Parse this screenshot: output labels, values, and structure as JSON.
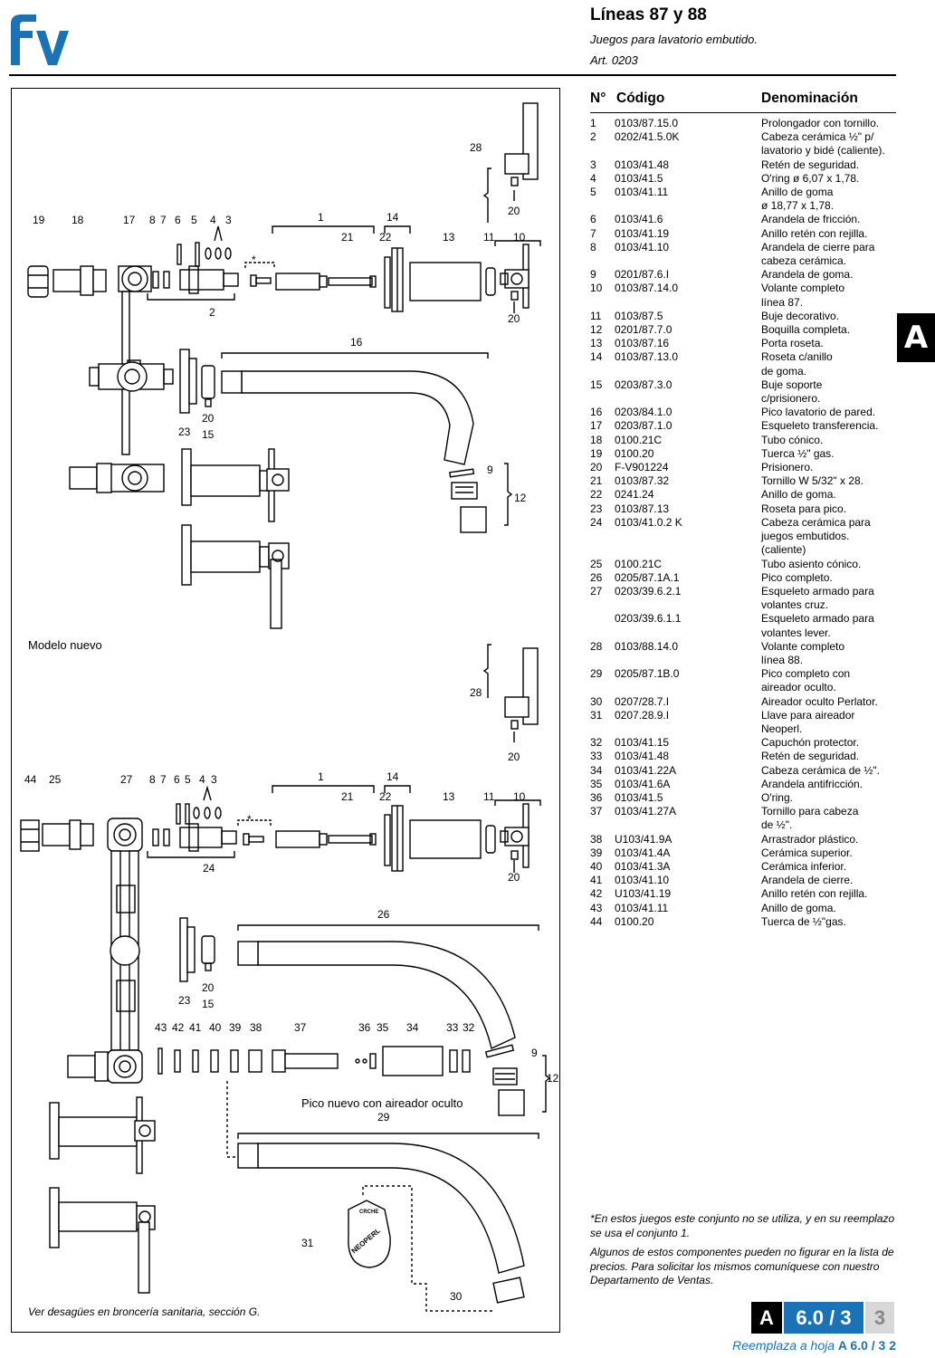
{
  "header": {
    "title": "Líneas 87 y 88",
    "subtitle": "Juegos para lavatorio embutido.",
    "article": "Art. 0203"
  },
  "logo": {
    "text": "fv",
    "color": "#1b73b6"
  },
  "table": {
    "col_n": "N°",
    "col_code": "Código",
    "col_desc": "Denominación",
    "rows": [
      {
        "n": "1",
        "code": "0103/87.15.0",
        "desc": "Prolongador con tornillo."
      },
      {
        "n": "2",
        "code": "0202/41.5.0K",
        "desc": "Cabeza cerámica ½\" p/\nlavatorio y bidé (caliente)."
      },
      {
        "n": "3",
        "code": "0103/41.48",
        "desc": "Retén de seguridad."
      },
      {
        "n": "4",
        "code": "0103/41.5",
        "desc": "O'ring ø 6,07 x 1,78."
      },
      {
        "n": "5",
        "code": "0103/41.11",
        "desc": "Anillo de goma\nø 18,77 x 1,78."
      },
      {
        "n": "6",
        "code": "0103/41.6",
        "desc": "Arandela de fricción."
      },
      {
        "n": "7",
        "code": "0103/41.19",
        "desc": "Anillo retén con rejilla."
      },
      {
        "n": "8",
        "code": "0103/41.10",
        "desc": "Arandela de cierre para\ncabeza cerámica."
      },
      {
        "n": "9",
        "code": "0201/87.6.I",
        "desc": "Arandela de goma."
      },
      {
        "n": "10",
        "code": "0103/87.14.0",
        "desc": "Volante completo\nlínea 87."
      },
      {
        "n": "11",
        "code": "0103/87.5",
        "desc": "Buje decorativo."
      },
      {
        "n": "12",
        "code": "0201/87.7.0",
        "desc": "Boquilla completa."
      },
      {
        "n": "13",
        "code": "0103/87.16",
        "desc": "Porta roseta."
      },
      {
        "n": "14",
        "code": "0103/87.13.0",
        "desc": "Roseta c/anillo\nde goma."
      },
      {
        "n": "15",
        "code": "0203/87.3.0",
        "desc": "Buje soporte\nc/prisionero."
      },
      {
        "n": "16",
        "code": "0203/84.1.0",
        "desc": "Pico lavatorio de pared."
      },
      {
        "n": "17",
        "code": "0203/87.1.0",
        "desc": "Esqueleto transferencia."
      },
      {
        "n": "18",
        "code": "0100.21C",
        "desc": "Tubo cónico."
      },
      {
        "n": "19",
        "code": "0100.20",
        "desc": "Tuerca ½\" gas."
      },
      {
        "n": "20",
        "code": "F-V901224",
        "desc": "Prisionero."
      },
      {
        "n": "21",
        "code": "0103/87.32",
        "desc": "Tornillo W 5/32\" x 28."
      },
      {
        "n": "22",
        "code": "0241.24",
        "desc": "Anillo de goma."
      },
      {
        "n": "23",
        "code": "0103/87.13",
        "desc": "Roseta para pico."
      },
      {
        "n": "24",
        "code": "0103/41.0.2  K",
        "desc": "Cabeza cerámica para\njuegos embutidos.\n(caliente)"
      },
      {
        "n": "25",
        "code": "0100.21C",
        "desc": "Tubo asiento cónico."
      },
      {
        "n": "26",
        "code": "0205/87.1A.1",
        "desc": "Pico completo."
      },
      {
        "n": "27",
        "code": "0203/39.6.2.1",
        "desc": "Esqueleto armado para\nvolantes cruz."
      },
      {
        "n": "",
        "code": "0203/39.6.1.1",
        "desc": "Esqueleto armado para\nvolantes lever."
      },
      {
        "n": "28",
        "code": "0103/88.14.0",
        "desc": "Volante completo\nlínea 88."
      },
      {
        "n": "29",
        "code": "0205/87.1B.0",
        "desc": "Pico completo con\naireador oculto."
      },
      {
        "n": "30",
        "code": "0207/28.7.I",
        "desc": "Aireador oculto Perlator."
      },
      {
        "n": "31",
        "code": "0207.28.9.I",
        "desc": "Llave para aireador\nNeoperl."
      },
      {
        "n": "32",
        "code": "0103/41.15",
        "desc": "Capuchón protector."
      },
      {
        "n": "33",
        "code": "0103/41.48",
        "desc": "Retén de seguridad."
      },
      {
        "n": "34",
        "code": "0103/41.22A",
        "desc": "Cabeza cerámica de ½\"."
      },
      {
        "n": "35",
        "code": "0103/41.6A",
        "desc": "Arandela antifricción."
      },
      {
        "n": "36",
        "code": "0103/41.5",
        "desc": "O'ring."
      },
      {
        "n": "37",
        "code": "0103/41.27A",
        "desc": "Tornillo para cabeza\nde ½\"."
      },
      {
        "n": "38",
        "code": "U103/41.9A",
        "desc": "Arrastrador plástico."
      },
      {
        "n": "39",
        "code": "0103/41.4A",
        "desc": "Cerámica superior."
      },
      {
        "n": "40",
        "code": "0103/41.3A",
        "desc": "Cerámica inferior."
      },
      {
        "n": "41",
        "code": "0103/41.10",
        "desc": "Arandela de cierre."
      },
      {
        "n": "42",
        "code": "U103/41.19",
        "desc": "Anillo retén con rejilla."
      },
      {
        "n": "43",
        "code": "0103/41.11",
        "desc": "Anillo de goma."
      },
      {
        "n": "44",
        "code": "0100.20",
        "desc": "Tuerca de ½\"gas."
      }
    ]
  },
  "side_tab": "A",
  "diagram": {
    "model_label": "Modelo nuevo",
    "spout_label": "Pico nuevo con aireador oculto",
    "footer_note": "Ver desagües en broncería sanitaria, sección G.",
    "key_text_1": "NEOPERL",
    "key_text_2": "CRCHE",
    "callouts_top": {
      "n19": "19",
      "n18": "18",
      "n17": "17",
      "n8": "8",
      "n7": "7",
      "n6": "6",
      "n5": "5",
      "n4": "4",
      "n3": "3",
      "n1": "1",
      "n14": "14",
      "n21": "21",
      "n22": "22",
      "n13": "13",
      "n11": "11",
      "n10": "10",
      "n28": "28",
      "n20a": "20",
      "n20b": "20",
      "n2": "2",
      "star": "*",
      "n16": "16",
      "n23": "23",
      "n20c": "20",
      "n15": "15",
      "n9": "9",
      "n12": "12"
    },
    "callouts_bottom": {
      "n44": "44",
      "n25": "25",
      "n27": "27",
      "n8": "8",
      "n7": "7",
      "n6": "6",
      "n5": "5",
      "n4": "4",
      "n3": "3",
      "n1": "1",
      "n14": "14",
      "n21": "21",
      "n22": "22",
      "n13": "13",
      "n11": "11",
      "n10": "10",
      "n28": "28",
      "n20a": "20",
      "n20b": "20",
      "n24": "24",
      "star": "*",
      "n26": "26",
      "n23": "23",
      "n20c": "20",
      "n15": "15",
      "n43": "43",
      "n42": "42",
      "n41": "41",
      "n40": "40",
      "n39": "39",
      "n38": "38",
      "n37": "37",
      "n36": "36",
      "n35": "35",
      "n34": "34",
      "n33": "33",
      "n32": "32",
      "n9": "9",
      "n12": "12",
      "n29": "29",
      "n31": "31",
      "n30": "30"
    }
  },
  "notes": {
    "star": "*En estos juegos este conjunto no se utiliza, y en su reemplazo se usa el conjunto 1.",
    "availability": "Algunos de estos componentes pueden no figurar en la lista de precios. Para solicitar los mismos comuníquese con nuestro Departamento de Ventas."
  },
  "page": {
    "section": "A",
    "number": "6.0 / 3",
    "revision": "3",
    "replaces_prefix": "Reemplaza a hoja",
    "replaces_ref": "A  6.0 / 3  2"
  },
  "colors": {
    "brand_blue": "#1b73b6",
    "tab_black": "#000000",
    "rev_gray": "#d8d8d8"
  }
}
